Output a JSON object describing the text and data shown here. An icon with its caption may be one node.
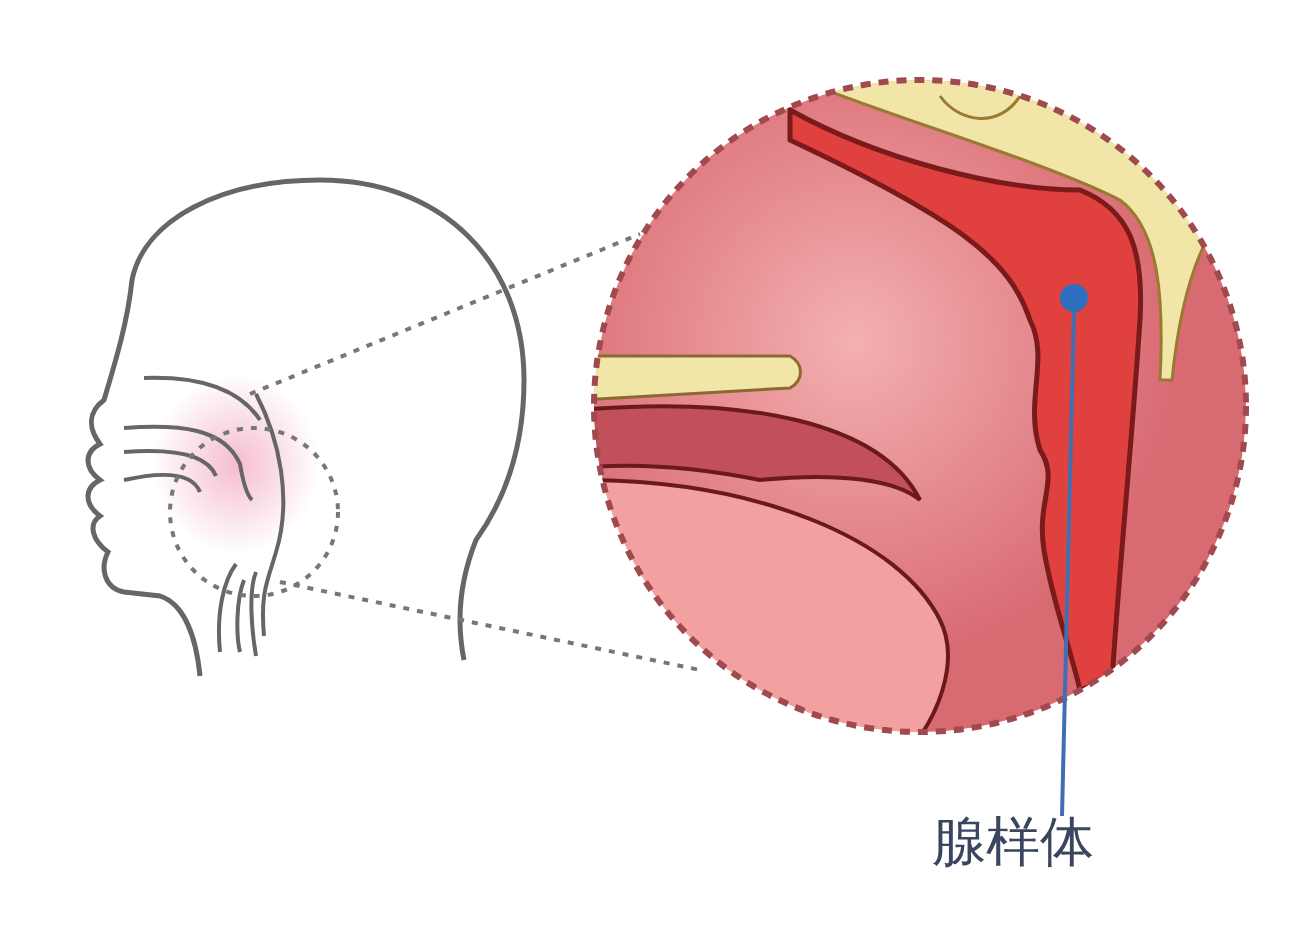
{
  "diagram": {
    "nodes": [
      {
        "text": [
          "腺样体"
        ]
      },
      {
        "text": [],
        "shape": "circle"
      }
    ],
    "edges": [
      {
        "from": 0,
        "to": 1,
        "arrow": "none"
      }
    ]
  }
}
